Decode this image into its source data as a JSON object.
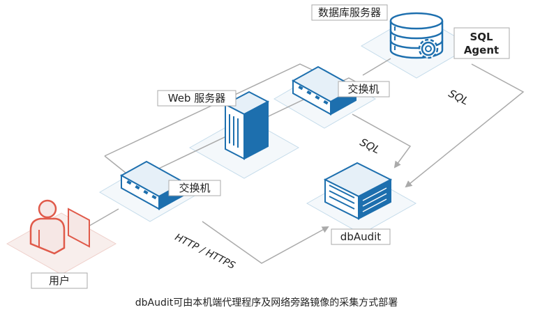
{
  "diagram": {
    "nodes": {
      "db_server": {
        "label": "数据库服务器"
      },
      "sql_agent": {
        "label_line1": "SQL",
        "label_line2": "Agent"
      },
      "web_server": {
        "label": "Web 服务器"
      },
      "switch_top": {
        "label": "交换机"
      },
      "switch_bottom": {
        "label": "交换机"
      },
      "user": {
        "label": "用户"
      },
      "dbaudit": {
        "label": "dbAudit"
      }
    },
    "edges": {
      "sql_agent_to_dbaudit": "SQL",
      "switch_mirror_to_dbaudit": "SQL",
      "user_to_dbaudit": "HTTP / HTTPS"
    },
    "caption": "dbAudit可由本机端代理程序及网络旁路镜像的采集方式部署"
  },
  "colors": {
    "platform_fill": "#f4f8fb",
    "platform_edge": "#c4dbea",
    "device_blue": "#1d6fae",
    "device_light": "#e6f0f8",
    "line_gray": "#aaaaaa",
    "user_red": "#e05a4a",
    "user_pale": "#f6e7e5"
  }
}
